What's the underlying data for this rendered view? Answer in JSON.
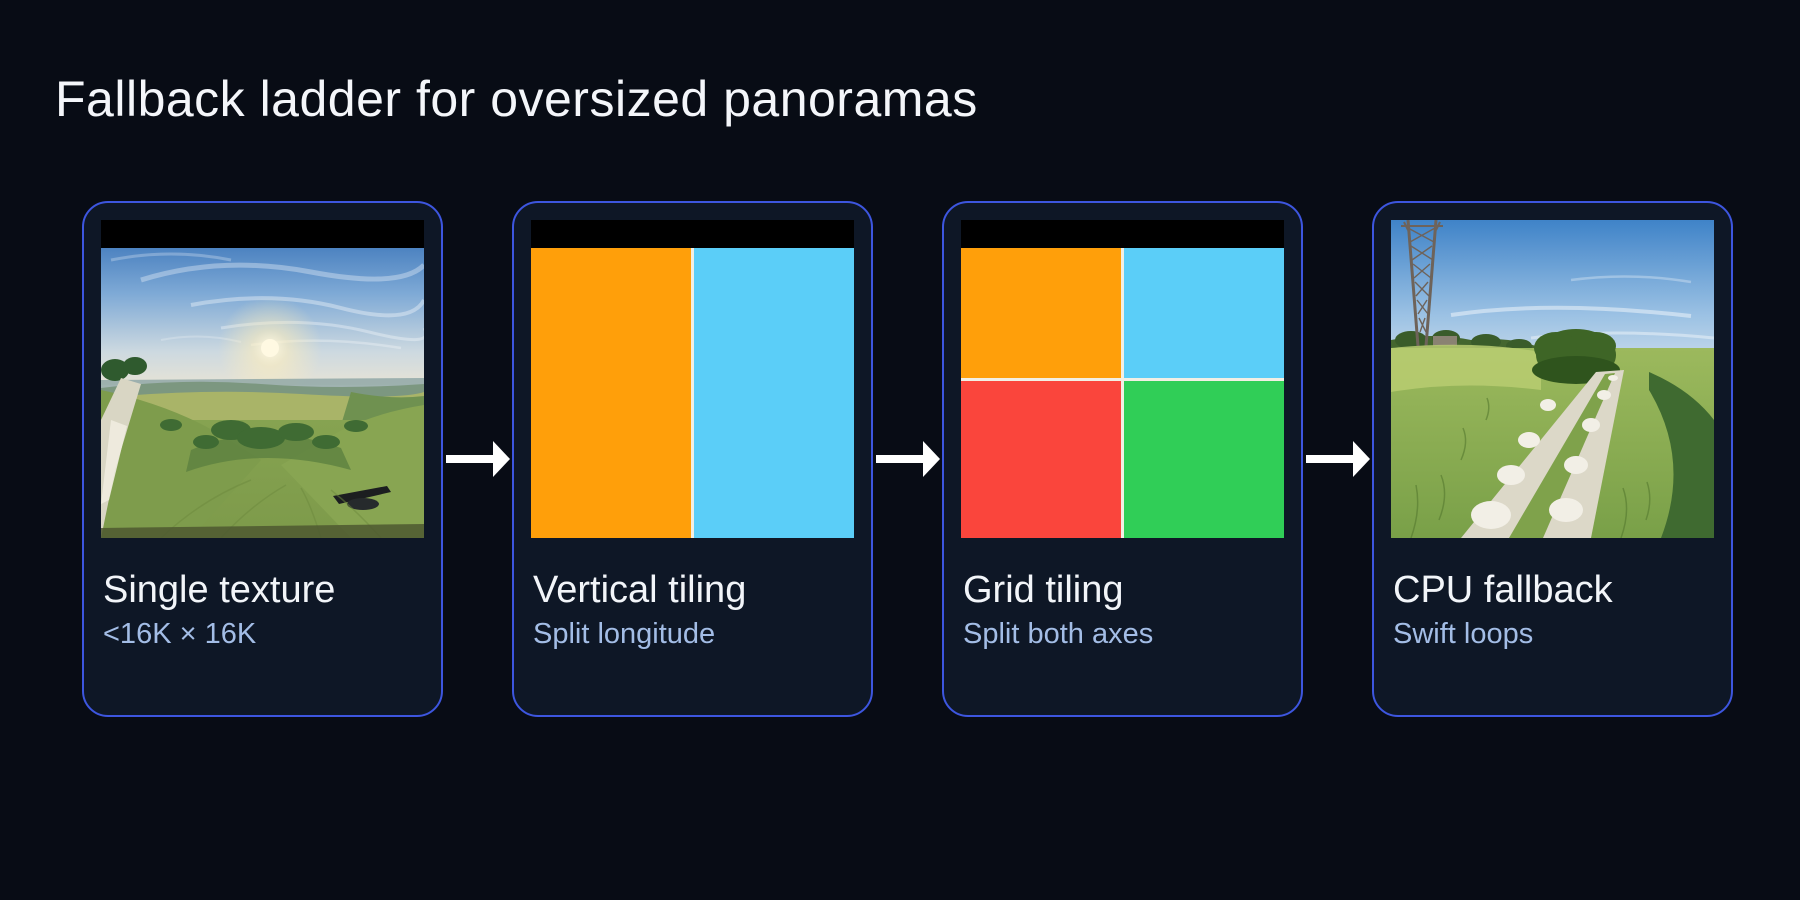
{
  "page": {
    "title": "Fallback ladder for oversized panoramas"
  },
  "cards": [
    {
      "title": "Single texture",
      "subtitle": "<16K × 16K",
      "media": "panorama-photo",
      "has_status_bar": true
    },
    {
      "title": "Vertical tiling",
      "subtitle": "Split longitude",
      "media": "vertical-tiles",
      "has_status_bar": true
    },
    {
      "title": "Grid tiling",
      "subtitle": "Split both axes",
      "media": "grid-tiles",
      "has_status_bar": true
    },
    {
      "title": "CPU fallback",
      "subtitle": "Swift loops",
      "media": "trail-photo",
      "has_status_bar": false
    }
  ],
  "colors": {
    "page_bg": "#080c15",
    "card_bg": "#0e1726",
    "card_border": "#3d56df",
    "status_bar": "#000000",
    "tile_orange": "#ff9f0a",
    "tile_blue": "#5bcef8",
    "tile_red": "#fa453c",
    "tile_green": "#30ce57",
    "tile_gap": "#f2efe4",
    "title_text": "#f2f5f9",
    "subtitle_text": "#a3bde6",
    "arrow": "#ffffff"
  },
  "arrow": {
    "meaning": "next fallback step"
  }
}
